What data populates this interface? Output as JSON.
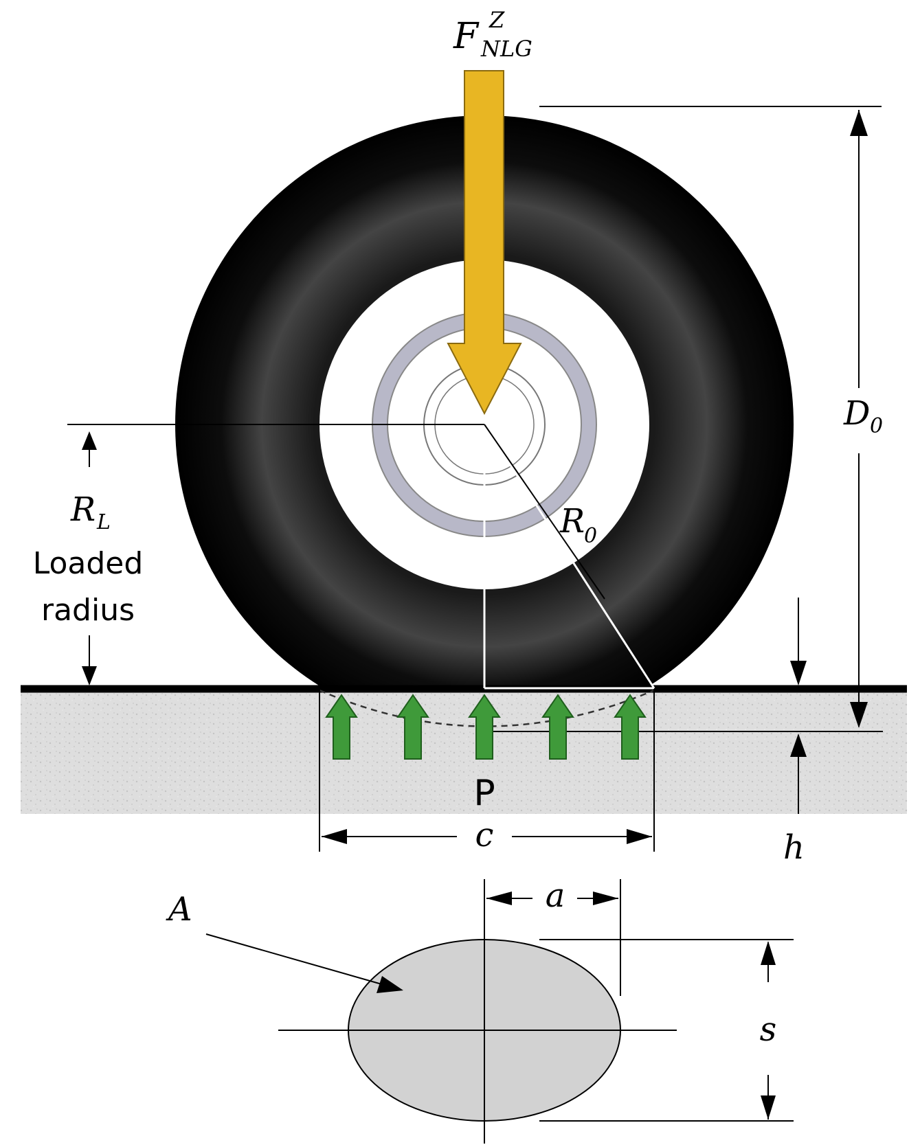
{
  "force": {
    "symbol": "F",
    "superscript": "Z",
    "subscript": "NLG"
  },
  "labels": {
    "D0": {
      "base": "D",
      "sub": "0"
    },
    "R0": {
      "base": "R",
      "sub": "0"
    },
    "RL": {
      "base": "R",
      "sub": "L"
    },
    "loaded_line1": "Loaded",
    "loaded_line2": "radius",
    "P": "P",
    "c": "c",
    "h": "h",
    "A": "A",
    "a": "a",
    "s": "s"
  },
  "colors": {
    "tire": "#050505",
    "force_arrow": "#e8b623",
    "pressure_arrows": "#3f9a3a",
    "ground": "#dcdcd8",
    "rim": "#b5b5c4",
    "contact_ellipse": "#d2d2d2"
  }
}
